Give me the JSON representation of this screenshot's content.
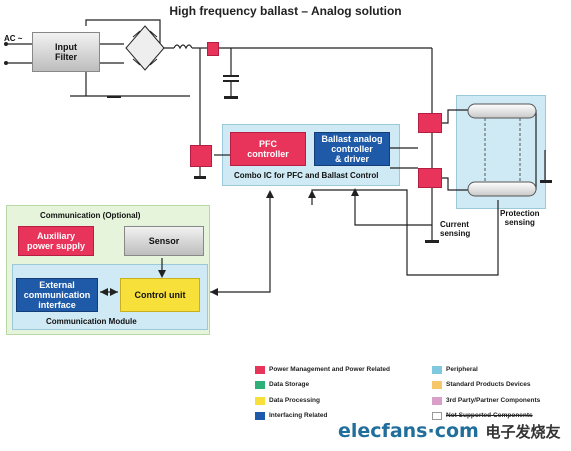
{
  "title": "High frequency ballast – Analog solution",
  "ac_label": "AC ~",
  "blocks": {
    "input_filter": "Input\nFilter",
    "pfc_controller": "PFC\ncontroller",
    "ballast_controller": "Ballast analog\ncontroller\n& driver",
    "combo_ic": "Combo IC for PFC and Ballast Control",
    "current_sensing": "Current\nsensing",
    "protection_sensing": "Protection\nsensing",
    "communication_optional": "Communication (Optional)",
    "auxiliary_power": "Auxiliary\npower supply",
    "sensor": "Sensor",
    "external_comm": "External\ncommunication\ninterface",
    "control_unit": "Control unit",
    "communication_module": "Communication Module"
  },
  "legend": [
    {
      "label": "Power Management and Power Related",
      "color": "#e8335a"
    },
    {
      "label": "Data Storage",
      "color": "#2fb079"
    },
    {
      "label": "Data Processing",
      "color": "#f8e03a"
    },
    {
      "label": "Interfacing Related",
      "color": "#1e5aa8"
    },
    {
      "label": "Peripheral",
      "color": "#7ec8e0"
    },
    {
      "label": "Standard Products Devices",
      "color": "#f7c56a"
    },
    {
      "label": "3rd Party/Partner Components",
      "color": "#d8a0c8"
    },
    {
      "label": "Not Supported Components",
      "color": "#ffffff"
    }
  ],
  "watermark": {
    "site": "elecfans·com",
    "cn": "电子发烧友"
  },
  "colors": {
    "wire": "#222222",
    "panel_light_blue": "#d4eef6",
    "panel_green": "#e6f4dc"
  }
}
